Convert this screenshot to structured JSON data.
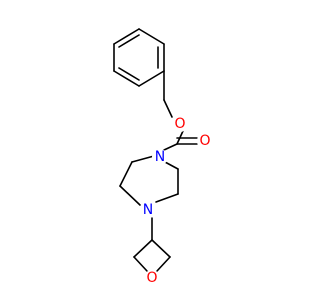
{
  "molecule": {
    "atoms": {
      "ester_o": {
        "symbol": "O",
        "color": "#FF0000"
      },
      "carbonyl_o": {
        "symbol": "O",
        "color": "#FF0000"
      },
      "n_carbamate": {
        "symbol": "N",
        "color": "#0000FF"
      },
      "n_oxetanyl": {
        "symbol": "N",
        "color": "#0000FF"
      },
      "oxetane_o": {
        "symbol": "O",
        "color": "#FF0000"
      }
    }
  }
}
